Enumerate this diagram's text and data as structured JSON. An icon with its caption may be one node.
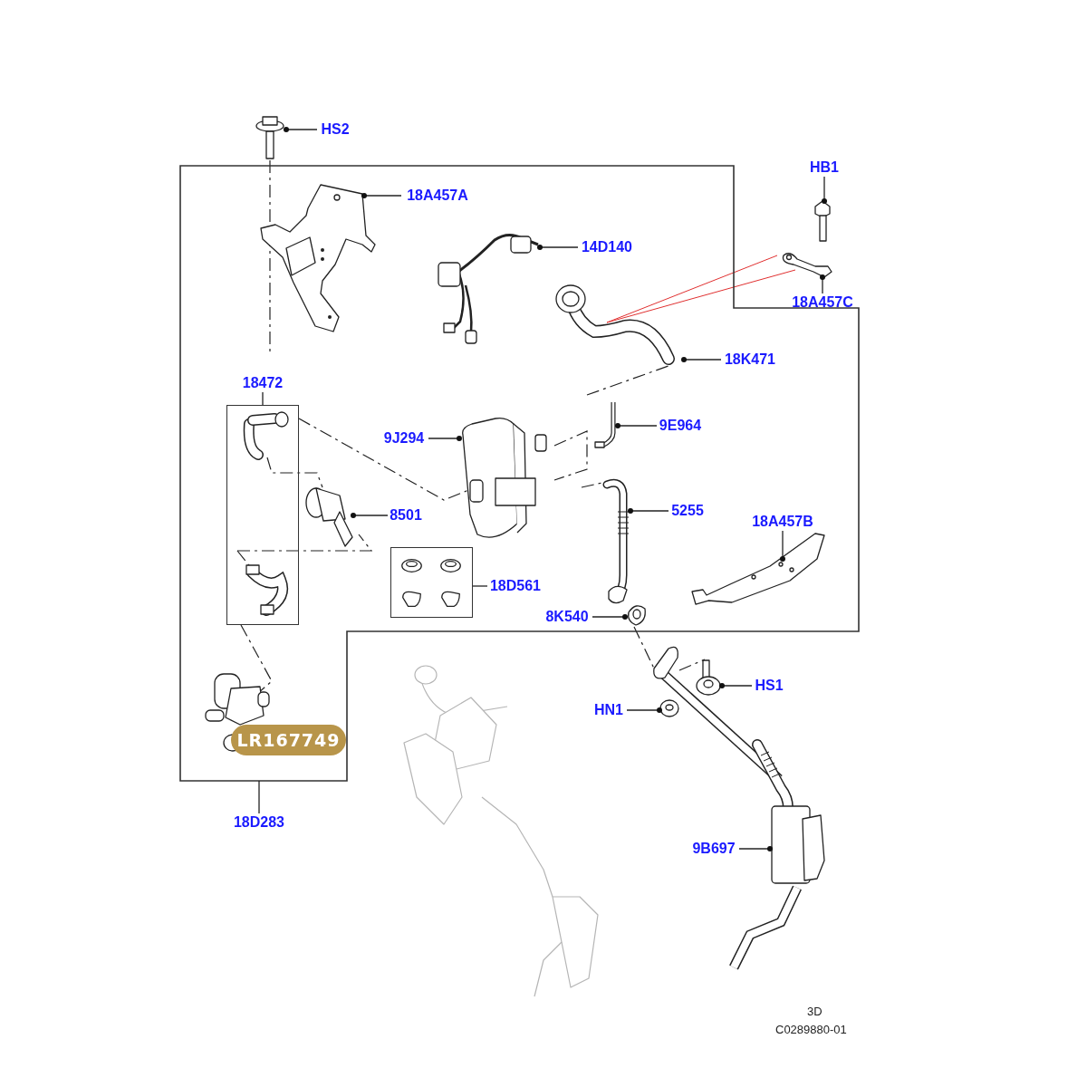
{
  "diagram": {
    "nodes": [
      {
        "text": [
          "HS2"
        ]
      },
      {
        "text": [],
        "shape": "picture"
      },
      {
        "text": [
          "18A457A"
        ],
        "in": 37
      },
      {
        "text": [],
        "shape": "picture",
        "in": 37
      },
      {
        "text": [
          "14D140"
        ],
        "in": 37
      },
      {
        "text": [],
        "shape": "picture",
        "in": 37
      },
      {
        "text": [
          "HB1"
        ]
      },
      {
        "text": [],
        "shape": "picture"
      },
      {
        "text": [
          "18A457C"
        ]
      },
      {
        "text": [],
        "shape": "picture"
      },
      {
        "text": [
          "18K471"
        ],
        "in": 37
      },
      {
        "text": [],
        "shape": "picture",
        "in": 37
      },
      {
        "text": [
          "18472"
        ],
        "in": 37
      },
      {
        "text": [],
        "shape": "box",
        "in": 37
      },
      {
        "text": [],
        "shape": "picture",
        "in": 13
      },
      {
        "text": [],
        "shape": "picture",
        "in": 13
      },
      {
        "text": [
          "9J294"
        ],
        "in": 37
      },
      {
        "text": [],
        "shape": "picture",
        "in": 37
      },
      {
        "text": [
          "9E964"
        ],
        "in": 37
      },
      {
        "text": [],
        "shape": "picture",
        "in": 37
      },
      {
        "text": [
          "8501"
        ],
        "in": 37
      },
      {
        "text": [],
        "shape": "picture",
        "in": 37
      },
      {
        "text": [
          "5255"
        ],
        "in": 37
      },
      {
        "text": [],
        "shape": "picture",
        "in": 37
      },
      {
        "text": [
          "18A457B"
        ],
        "in": 37
      },
      {
        "text": [],
        "shape": "picture",
        "in": 37
      },
      {
        "text": [
          "18D561"
        ],
        "in": 37
      },
      {
        "text": [],
        "shape": "box",
        "in": 37
      },
      {
        "text": [
          "8K540"
        ],
        "in": 37
      },
      {
        "text": [],
        "shape": "picture",
        "in": 37
      },
      {
        "text": [
          "HS1"
        ]
      },
      {
        "text": [],
        "shape": "picture"
      },
      {
        "text": [
          "HN1"
        ]
      },
      {
        "text": [],
        "shape": "picture"
      },
      {
        "text": [
          "9B697"
        ]
      },
      {
        "text": [],
        "shape": "picture"
      },
      {
        "text": [
          "18D283"
        ]
      },
      {
        "text": [],
        "shape": "box"
      },
      {
        "text": [],
        "shape": "picture",
        "in": 37
      }
    ],
    "edges": [
      {
        "from": 0,
        "to": 1,
        "arrow": "other"
      },
      {
        "from": 2,
        "to": 3,
        "arrow": "other"
      },
      {
        "from": 4,
        "to": 5,
        "arrow": "other"
      },
      {
        "from": 6,
        "to": 7,
        "arrow": "other"
      },
      {
        "from": 8,
        "to": 9,
        "arrow": "other"
      },
      {
        "from": 10,
        "to": 11,
        "arrow": "other"
      },
      {
        "from": 12,
        "to": 13,
        "arrow": "none"
      },
      {
        "from": 16,
        "to": 17,
        "arrow": "other"
      },
      {
        "from": 18,
        "to": 19,
        "arrow": "other"
      },
      {
        "from": 20,
        "to": 21,
        "arrow": "other"
      },
      {
        "from": 22,
        "to": 23,
        "arrow": "other"
      },
      {
        "from": 24,
        "to": 25,
        "arrow": "other"
      },
      {
        "from": 26,
        "to": 27,
        "arrow": "none"
      },
      {
        "from": 28,
        "to": 29,
        "arrow": "other"
      },
      {
        "from": 30,
        "to": 31,
        "arrow": "other"
      },
      {
        "from": 32,
        "to": 33,
        "arrow": "other"
      },
      {
        "from": 34,
        "to": 35,
        "arrow": "other"
      },
      {
        "from": 36,
        "to": 37,
        "arrow": "none"
      }
    ],
    "labels": [
      "LR167749",
      "3D",
      "C0289880-01"
    ]
  }
}
